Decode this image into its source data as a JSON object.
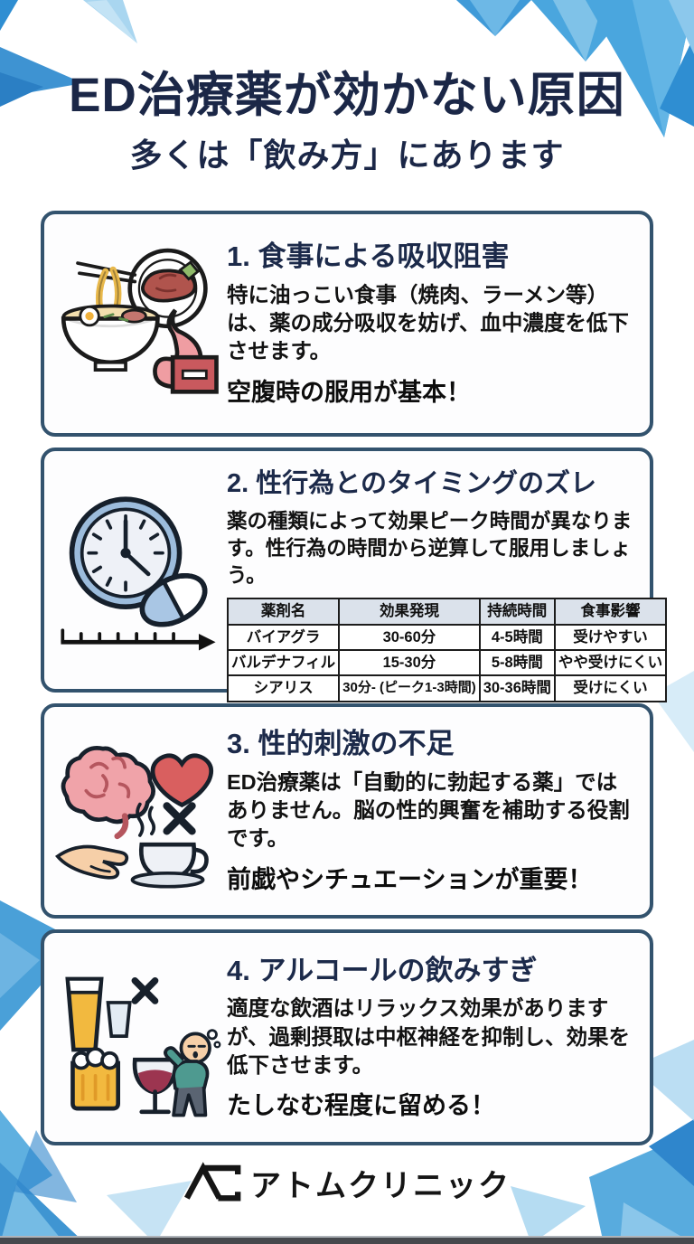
{
  "page": {
    "title": "ED治療薬が効かない原因",
    "subtitle": "多くは「飲み方」にあります"
  },
  "cards": [
    {
      "number": "1",
      "heading": "1. 食事による吸収阻害",
      "body": "特に油っこい食事（焼肉、ラーメン等）は、薬の成分吸収を妨げ、血中濃度を低下させます。",
      "emphasis": "空腹時の服用が基本！",
      "icon": "food-stomach-icon"
    },
    {
      "number": "2",
      "heading": "2. 性行為とのタイミングのズレ",
      "body": "薬の種類によって効果ピーク時間が異なります。性行為の時間から逆算して服用しましょう。",
      "icon": "clock-pill-timeline-icon",
      "table": {
        "headers": [
          "薬剤名",
          "効果発現",
          "持続時間",
          "食事影響"
        ],
        "rows": [
          [
            "バイアグラ",
            "30-60分",
            "4-5時間",
            "受けやすい"
          ],
          [
            "バルデナフィル",
            "15-30分",
            "5-8時間",
            "やや受けにくい"
          ],
          [
            "シアリス",
            "30分- (ピーク1-3時間)",
            "30-36時間",
            "受けにくい"
          ]
        ]
      }
    },
    {
      "number": "3",
      "heading": "3. 性的刺激の不足",
      "body": "ED治療薬は「自動的に勃起する薬」ではありません。脳の性的興奮を補助する役割です。",
      "emphasis": "前戯やシチュエーションが重要！",
      "icon": "brain-heart-coffee-icon"
    },
    {
      "number": "4",
      "heading": "4. アルコールの飲みすぎ",
      "body": "適度な飲酒はリラックス効果がありますが、過剰摂取は中枢神経を抑制し、効果を低下させます。",
      "emphasis": "たしなむ程度に留める！",
      "icon": "alcohol-dizzy-person-icon"
    }
  ],
  "footer": {
    "logo_mark": "AC",
    "clinic_name": "アトムクリニック"
  },
  "colors": {
    "title_navy": "#1b2747",
    "card_border": "#33536e",
    "body_text": "#121212",
    "table_header_bg": "#dbe2eb",
    "triangle_blue_dark": "#2f8ed2",
    "triangle_blue_mid": "#4aa6de",
    "triangle_blue_soft": "#7fc2e8",
    "triangle_blue_light": "#c9e6f6",
    "bottom_bar": "#46484d"
  }
}
